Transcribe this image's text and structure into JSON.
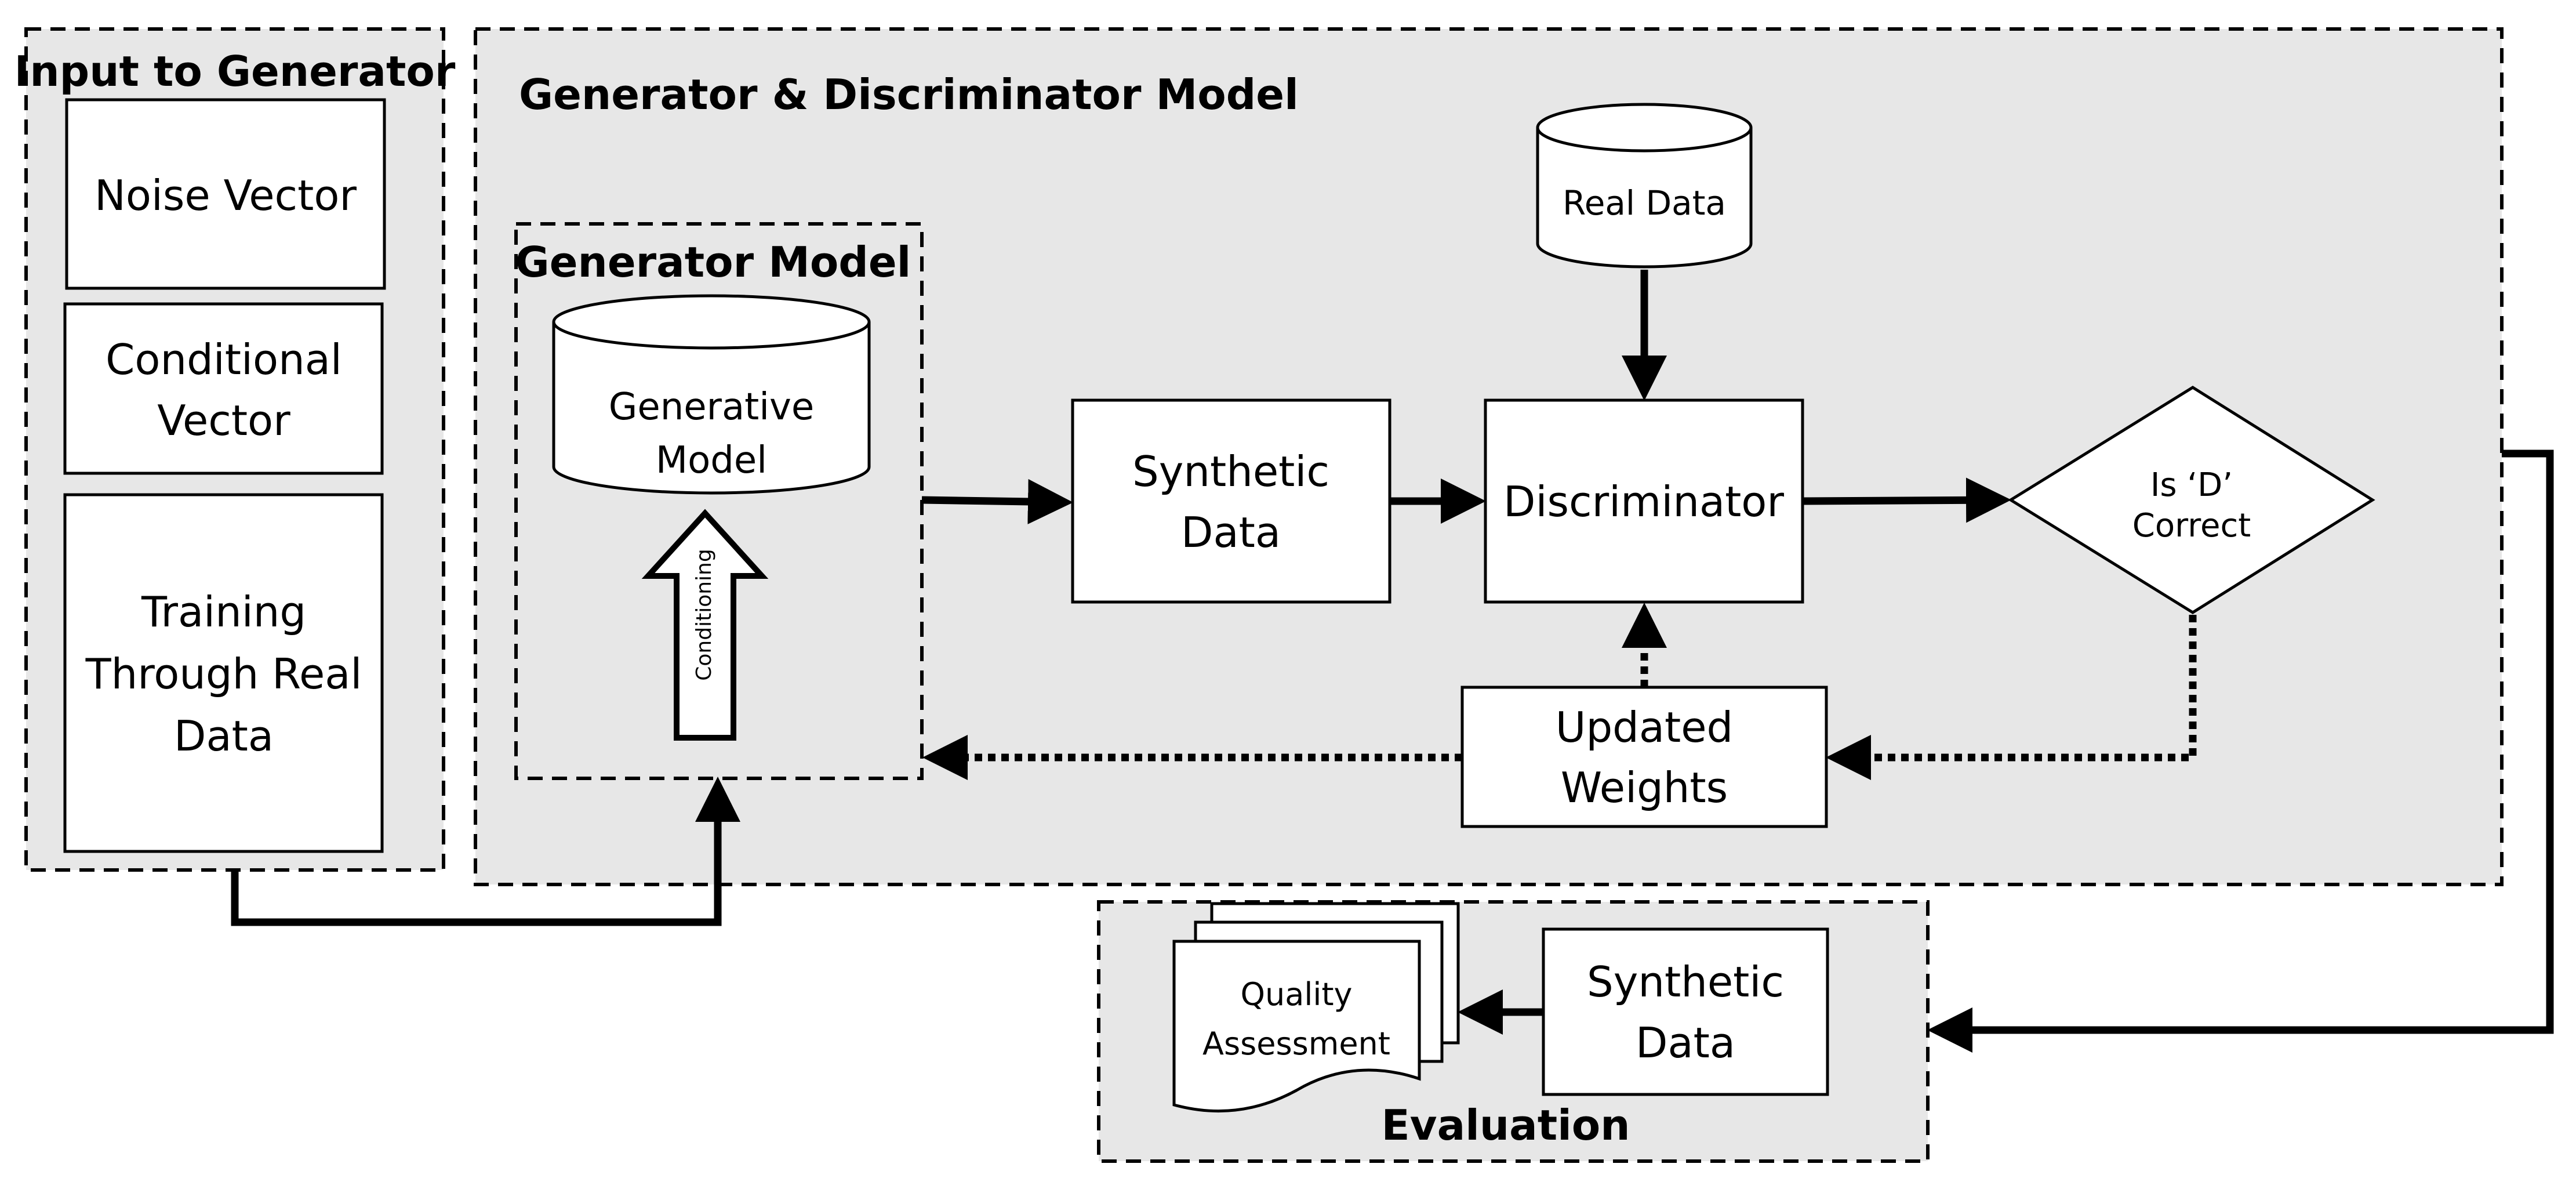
{
  "diagram": {
    "input_panel": {
      "title": "Input to Generator",
      "boxes": {
        "noise_vector": "Noise Vector",
        "conditional_vector": [
          "Conditional",
          "Vector"
        ],
        "training_real_data": [
          "Training",
          "Through Real",
          "Data"
        ]
      }
    },
    "main_panel": {
      "title": "Generator & Discriminator Model",
      "generator_model": {
        "title": "Generator Model",
        "generative_model": [
          "Generative",
          "Model"
        ],
        "conditioning": "Conditioning"
      },
      "real_data": "Real Data",
      "synthetic_data": [
        "Synthetic",
        "Data"
      ],
      "discriminator": "Discriminator",
      "decision": [
        "Is ‘D’",
        "Correct"
      ],
      "updated_weights": [
        "Updated",
        "Weights"
      ]
    },
    "evaluation_panel": {
      "title": "Evaluation",
      "quality_assessment": [
        "Quality",
        "Assessment"
      ],
      "synthetic_data": [
        "Synthetic",
        "Data"
      ]
    },
    "colors": {
      "panel_fill": "#e7e7e7",
      "box_fill": "#ffffff",
      "stroke": "#000000"
    }
  }
}
